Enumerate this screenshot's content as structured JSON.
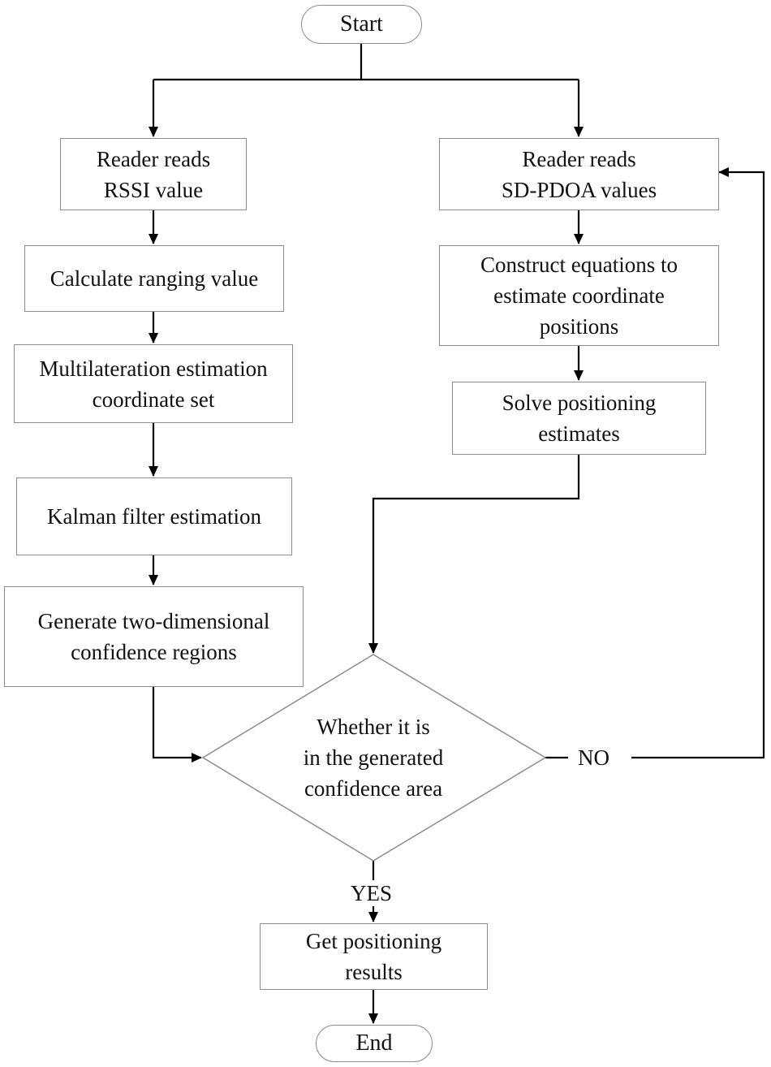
{
  "start": "Start",
  "end": "End",
  "left": {
    "read_rssi": "Reader reads\nRSSI value",
    "ranging": "Calculate ranging value",
    "multilateration": "Multilateration estimation\ncoordinate set",
    "kalman": "Kalman filter estimation",
    "confidence": "Generate two-dimensional\nconfidence regions"
  },
  "right": {
    "read_pdoa": "Reader reads\nSD-PDOA values",
    "equations": "Construct equations to\nestimate coordinate\npositions",
    "solve": "Solve positioning\nestimates"
  },
  "decision": {
    "text": "Whether it is\nin the generated\nconfidence area",
    "no_label": "NO",
    "yes_label": "YES"
  },
  "result": "Get positioning\nresults"
}
